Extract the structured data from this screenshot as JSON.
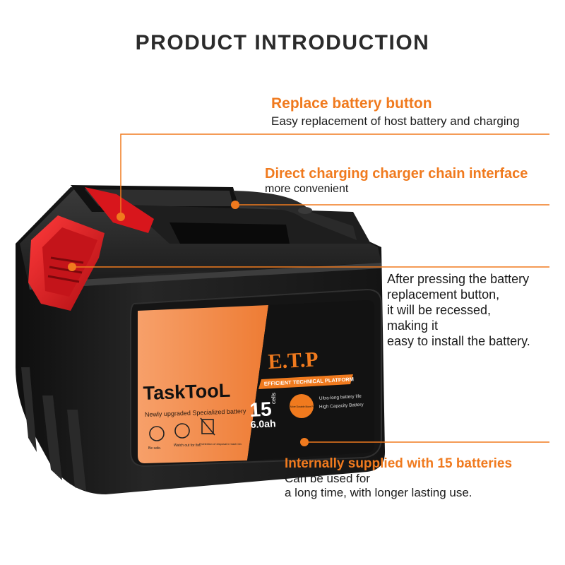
{
  "page_title": "PRODUCT INTRODUCTION",
  "annotations": {
    "replace_button": {
      "title": "Replace battery button",
      "text": "Easy replacement of host battery and charging"
    },
    "charging_interface": {
      "title": "Direct charging charger chain interface",
      "text": "more convenient"
    },
    "recess": {
      "lines": [
        "After pressing the battery",
        "replacement button,",
        "it will be recessed,",
        "making it",
        "easy to install the battery."
      ]
    },
    "batteries": {
      "title": "Internally supplied with 15 batteries",
      "lines": [
        "Can be used for",
        "a long time, with longer lasting use."
      ]
    }
  },
  "label": {
    "brand": "TaskTooL",
    "tagline": "Newly upgraded Specialized battery",
    "etp": "E.T.P",
    "etp_sub": "EFFICIENT TECHNICAL PLATFORM",
    "cells_count": "15",
    "cells_unit": "cells",
    "capacity": "6.0ah",
    "feature_1": "Ultra-long battery life",
    "feature_2": "High Capacity Battery",
    "badge": "More Durable More Powerful",
    "icon_1_label": "Be safe.",
    "icon_2_label": "Watch out for fire.",
    "icon_3_label": "Prohibition of disposal in trash bin"
  },
  "colors": {
    "accent": "#f07a1e",
    "label_orange": "#f08a3c",
    "battery_body": "#1c1c1c",
    "release_button": "#e01e24"
  }
}
